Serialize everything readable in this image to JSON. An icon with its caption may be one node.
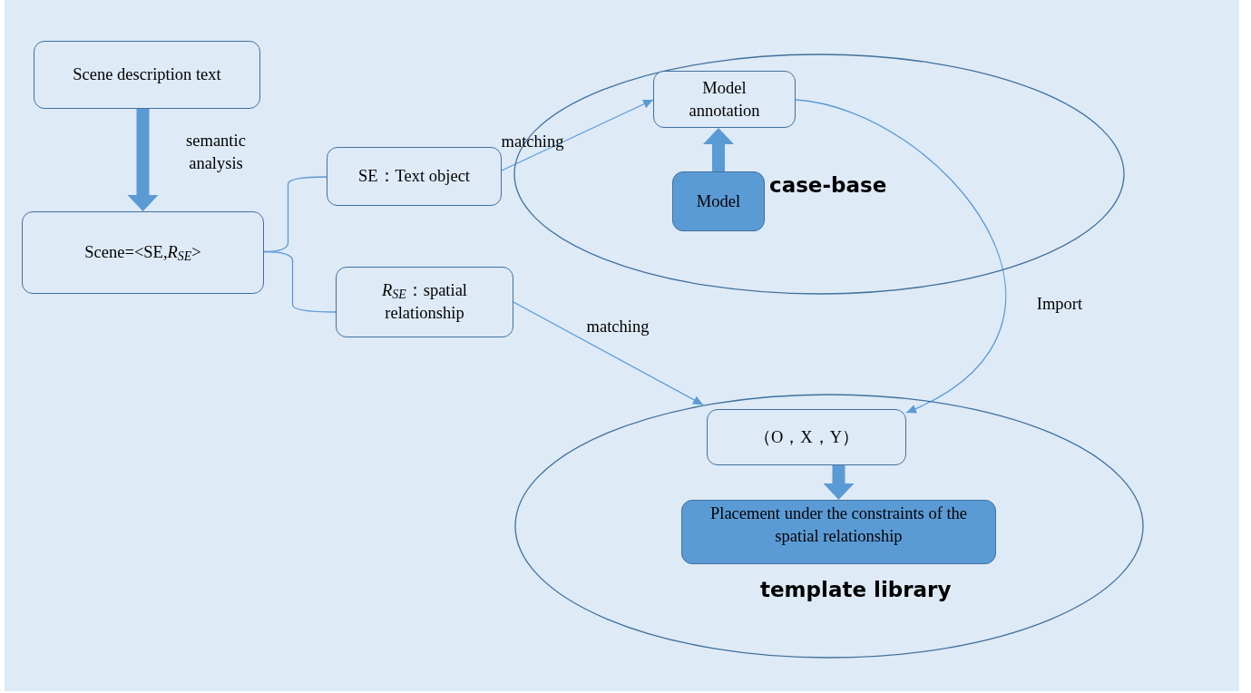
{
  "diagram": {
    "nodes": [
      {
        "text": [
          "Scene description text"
        ]
      },
      {
        "text": [
          "Scene=<SE,*R*$_{SE}$>"
        ]
      },
      {
        "text": [
          "SE：Text object"
        ]
      },
      {
        "text": [
          "*R*$_{SE}$：spatial relationship"
        ]
      },
      {
        "text": [
          "case-base"
        ]
      },
      {
        "text": [
          "Model annotation"
        ],
        "in": 4
      },
      {
        "text": [
          "Model"
        ],
        "in": 4
      },
      {
        "text": [
          "template library"
        ]
      },
      {
        "text": [
          "（O，X，Y）"
        ],
        "in": 7
      },
      {
        "text": [
          "Placement under the constraints of the spatial relationship"
        ],
        "in": 7
      }
    ],
    "edges": [
      {
        "from": 0,
        "to": 1,
        "arrow": "to",
        "style": "thick",
        "label": "semantic analysis"
      },
      {
        "from": 1,
        "to": 2,
        "arrow": "none"
      },
      {
        "from": 1,
        "to": 3,
        "arrow": "none"
      },
      {
        "from": 2,
        "to": 5,
        "arrow": "to",
        "label": "matching"
      },
      {
        "from": 6,
        "to": 5,
        "arrow": "to",
        "style": "thick"
      },
      {
        "from": 3,
        "to": 7,
        "arrow": "to",
        "label": "matching"
      },
      {
        "from": 5,
        "to": 8,
        "arrow": "to",
        "label": "Import"
      },
      {
        "from": 8,
        "to": 9,
        "arrow": "to",
        "style": "thick"
      }
    ]
  }
}
